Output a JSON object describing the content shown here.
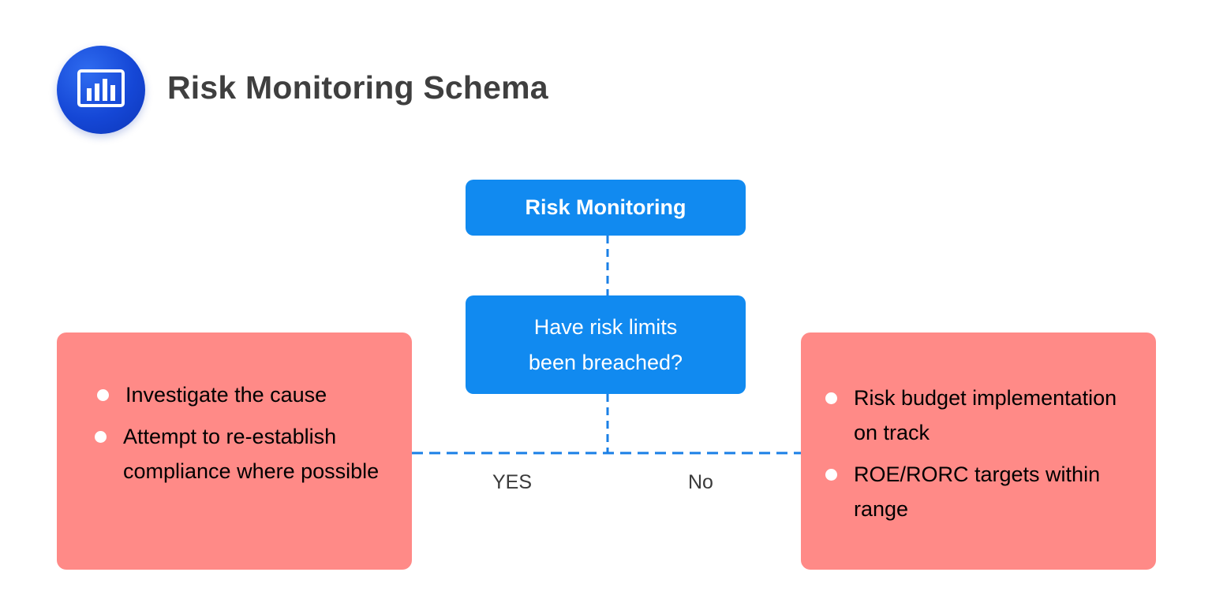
{
  "header": {
    "title": "Risk Monitoring Schema",
    "icon": "bar-chart-icon"
  },
  "nodes": {
    "monitoring": "Risk Monitoring",
    "question": "Have risk limits been breached?"
  },
  "branches": {
    "yes": {
      "label": "YES",
      "items": [
        "Investigate the cause",
        "Attempt to re-establish compliance where possible"
      ]
    },
    "no": {
      "label": "No",
      "items": [
        "Risk budget implementation  on track",
        "ROE/RORC targets within range"
      ]
    }
  },
  "colors": {
    "node_blue": "#118af0",
    "panel_red": "#ff8a87",
    "connector": "#1a7fe6",
    "title_text": "#3f3f3f",
    "icon_blue": "#1547d6"
  }
}
